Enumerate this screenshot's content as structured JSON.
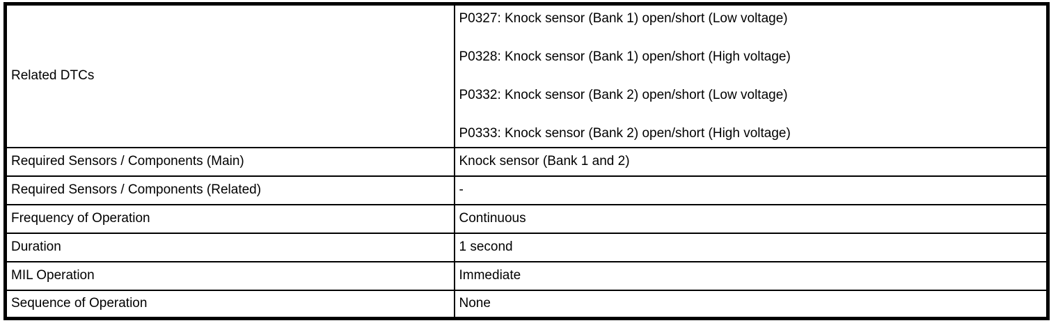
{
  "colors": {
    "border": "#000000",
    "background": "#ffffff",
    "text": "#000000"
  },
  "table": {
    "rows": [
      {
        "label": "Related DTCs",
        "value_lines": [
          "P0327: Knock sensor (Bank 1) open/short (Low voltage)",
          "P0328: Knock sensor (Bank 1) open/short (High voltage)",
          "P0332: Knock sensor (Bank 2) open/short (Low voltage)",
          "P0333: Knock sensor (Bank 2) open/short (High voltage)"
        ]
      },
      {
        "label": "Required Sensors / Components (Main)",
        "value": "Knock sensor (Bank 1 and 2)"
      },
      {
        "label": "Required Sensors / Components (Related)",
        "value": "-"
      },
      {
        "label": "Frequency of Operation",
        "value": "Continuous"
      },
      {
        "label": "Duration",
        "value": "1 second"
      },
      {
        "label": "MIL Operation",
        "value": "Immediate"
      },
      {
        "label": "Sequence of Operation",
        "value": "None"
      }
    ]
  }
}
